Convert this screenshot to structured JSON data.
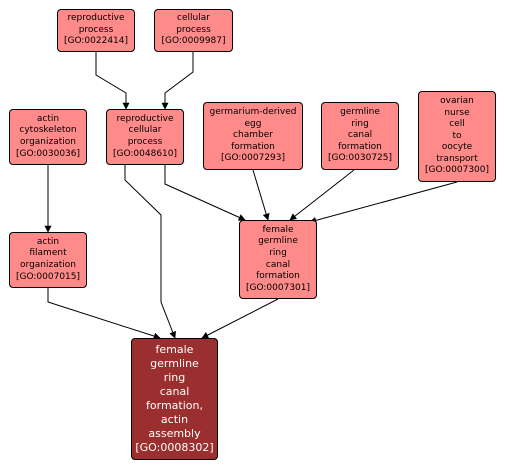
{
  "colors": {
    "node_fill": "#ff8a8a",
    "focus_fill": "#9b2e2e",
    "border": "#000000",
    "edge": "#000000"
  },
  "nodes": {
    "go0022414": {
      "label": "reproductive\nprocess",
      "id": "[GO:0022414]"
    },
    "go0009987": {
      "label": "cellular\nprocess",
      "id": "[GO:0009987]"
    },
    "go0030036": {
      "label": "actin\ncytoskeleton\norganization",
      "id": "[GO:0030036]"
    },
    "go0048610": {
      "label": "reproductive\ncellular\nprocess",
      "id": "[GO:0048610]"
    },
    "go0007293": {
      "label": "germarium-derived\negg\nchamber\nformation",
      "id": "[GO:0007293]"
    },
    "go0030725": {
      "label": "germline\nring\ncanal\nformation",
      "id": "[GO:0030725]"
    },
    "go0007300": {
      "label": "ovarian\nnurse\ncell\nto\noocyte\ntransport",
      "id": "[GO:0007300]"
    },
    "go0007015": {
      "label": "actin\nfilament\norganization",
      "id": "[GO:0007015]"
    },
    "go0007301": {
      "label": "female\ngermline\nring\ncanal\nformation",
      "id": "[GO:0007301]"
    },
    "go0008302": {
      "label": "female\ngermline\nring\ncanal\nformation,\nactin\nassembly",
      "id": "[GO:0008302]"
    }
  },
  "edges": [
    {
      "from": "go0022414",
      "to": "go0048610"
    },
    {
      "from": "go0009987",
      "to": "go0048610"
    },
    {
      "from": "go0030036",
      "to": "go0007015"
    },
    {
      "from": "go0048610",
      "to": "go0007301"
    },
    {
      "from": "go0007293",
      "to": "go0007301"
    },
    {
      "from": "go0030725",
      "to": "go0007301"
    },
    {
      "from": "go0007300",
      "to": "go0007301"
    },
    {
      "from": "go0048610",
      "to": "go0008302"
    },
    {
      "from": "go0007015",
      "to": "go0008302"
    },
    {
      "from": "go0007301",
      "to": "go0008302"
    }
  ]
}
